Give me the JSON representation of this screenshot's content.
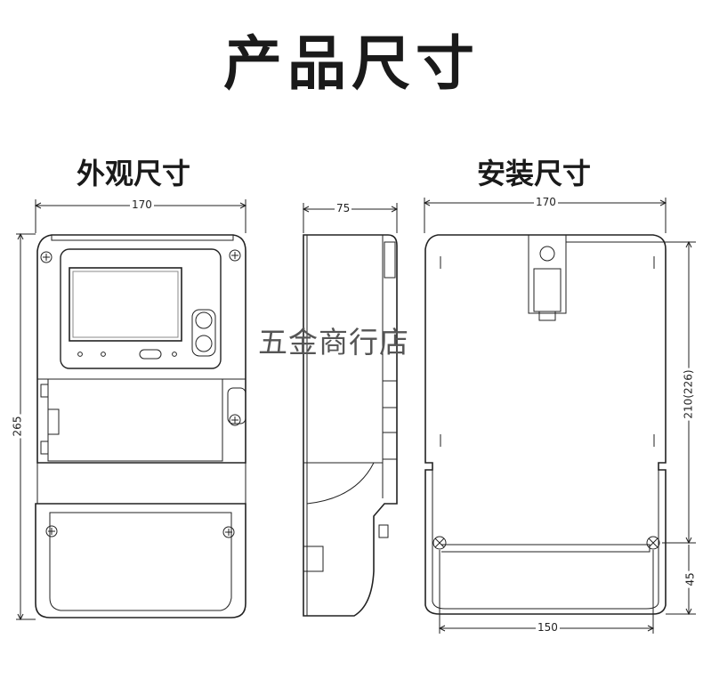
{
  "title": "产品尺寸",
  "sections": {
    "appearance": "外观尺寸",
    "installation": "安装尺寸"
  },
  "watermark": "五金商行店",
  "dimensions": {
    "front_width": "170",
    "front_height": "265",
    "side_depth": "75",
    "mount_width": "170",
    "mount_height": "210(226)",
    "mount_bottom": "45",
    "mount_hole_spacing": "150"
  }
}
